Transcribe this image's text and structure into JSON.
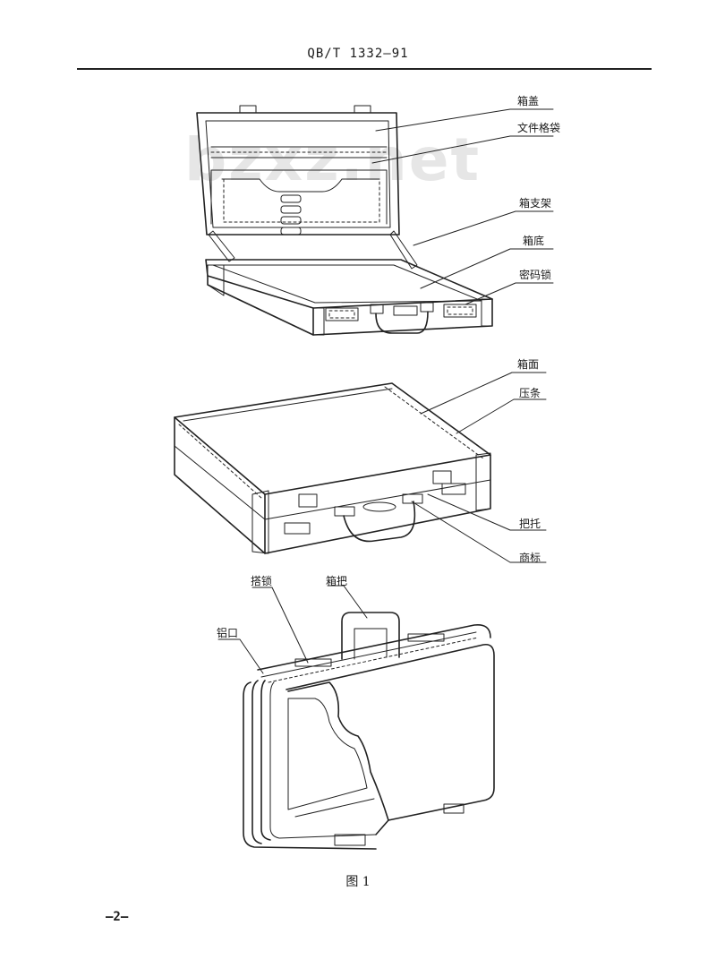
{
  "header": {
    "standard_code": "QB/T 1332—91"
  },
  "watermark": {
    "text": "bzxz.net"
  },
  "figure_1": {
    "labels": {
      "lid": "箱盖",
      "file_pocket": "文件格袋",
      "lid_stay": "箱支架",
      "case_bottom": "箱底",
      "combination_lock": "密码锁"
    }
  },
  "figure_2": {
    "labels": {
      "case_face": "箱面",
      "trim_strip": "压条",
      "handle_mount": "把托",
      "brand_plate": "商标"
    }
  },
  "figure_3": {
    "labels": {
      "latch_lock": "搭锁",
      "handle": "箱把",
      "aluminum_rim": "铝口"
    }
  },
  "caption": "图 1",
  "page_number": "—2—"
}
